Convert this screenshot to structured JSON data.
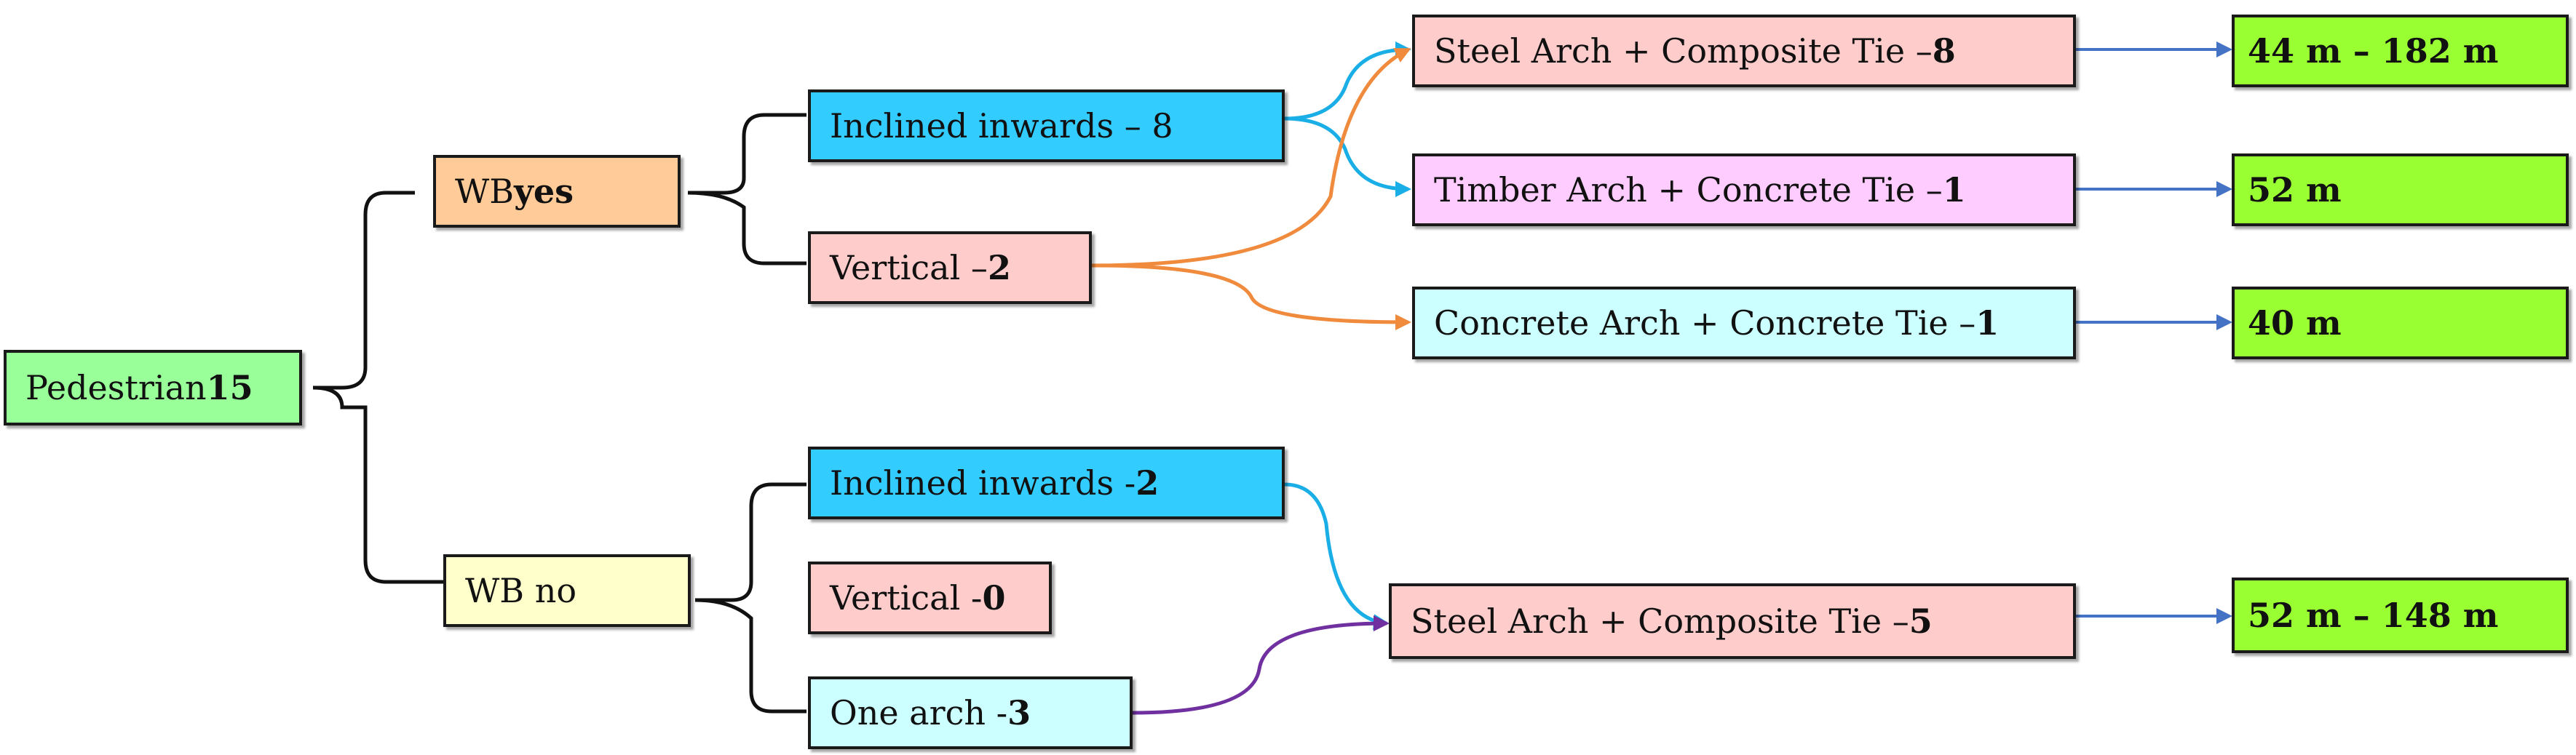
{
  "colors": {
    "pedestrian": "#99ff99",
    "wb_yes": "#ffcc99",
    "wb_no": "#ffffcc",
    "inclined": "#33ccff",
    "vertical": "#ffcccc",
    "one_arch": "#ccffff",
    "steel_composite": "#ffcccc",
    "timber_concrete": "#ffccff",
    "concrete_concrete": "#ccffff",
    "result": "#99ff33",
    "bracket": "#111111",
    "link_blue": "#1aaee6",
    "link_orange": "#f08a3c",
    "link_purple": "#7030a0",
    "link_result": "#4472c4"
  },
  "nodes": {
    "pedestrian": {
      "text": "Pedestrian ",
      "bold": "15"
    },
    "wb_yes": {
      "text": "WB ",
      "bold": "yes"
    },
    "wb_no": {
      "text": "WB no",
      "bold": ""
    },
    "inclined_yes": {
      "text": "Inclined inwards – 8",
      "bold": ""
    },
    "vertical_yes": {
      "text": "Vertical – ",
      "bold": "2"
    },
    "inclined_no": {
      "text": "Inclined inwards - ",
      "bold": "2"
    },
    "vertical_no": {
      "text": "Vertical - ",
      "bold": "0"
    },
    "one_arch": {
      "text": "One arch - ",
      "bold": "3"
    },
    "steel_composite_yes": {
      "text": "Steel Arch + Composite Tie – ",
      "bold": "8"
    },
    "timber_concrete": {
      "text": "Timber Arch + Concrete Tie – ",
      "bold": "1"
    },
    "concrete_concrete": {
      "text": "Concrete Arch + Concrete Tie – ",
      "bold": "1"
    },
    "steel_composite_no": {
      "text": "Steel Arch + Composite Tie – ",
      "bold": "5"
    }
  },
  "results": {
    "r1": "44 m – 182 m",
    "r2": "52 m",
    "r3": "40 m",
    "r4": "52 m – 148 m"
  }
}
